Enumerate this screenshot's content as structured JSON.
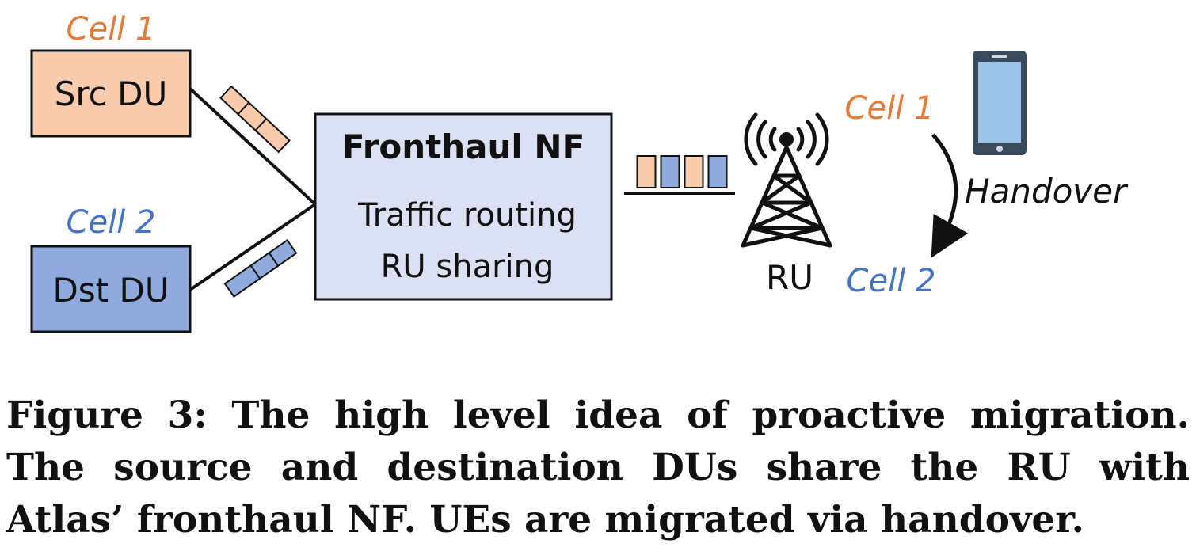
{
  "colors": {
    "cell1": "#e07b39",
    "cell2": "#4472c4",
    "src_fill": "#f8cbad",
    "dst_fill": "#8faadc",
    "nf_fill": "#d9e1f2",
    "ink": "#111111",
    "phone_body": "#3a4a5c",
    "phone_screen": "#9dc3e6"
  },
  "diagram": {
    "src": {
      "cell_label": "Cell 1",
      "box_label": "Src DU"
    },
    "dst": {
      "cell_label": "Cell 2",
      "box_label": "Dst DU"
    },
    "fronthaul": {
      "title": "Fronthaul NF",
      "lines": [
        "Traffic routing",
        "RU sharing"
      ]
    },
    "ru": {
      "label": "RU",
      "icon": "antenna-tower-icon"
    },
    "ue": {
      "icon": "smartphone-icon",
      "from_cell": "Cell 1",
      "to_cell": "Cell 2",
      "action": "Handover"
    },
    "queues": {
      "src_packets": 3,
      "dst_packets": 3,
      "merged_sequence": [
        "cell1",
        "cell2",
        "cell1",
        "cell2"
      ]
    }
  },
  "caption": {
    "text": "Figure 3: The high level idea of proactive migration. The source and destination DUs share the RU with Atlas’ fronthaul NF. UEs are migrated via handover."
  }
}
